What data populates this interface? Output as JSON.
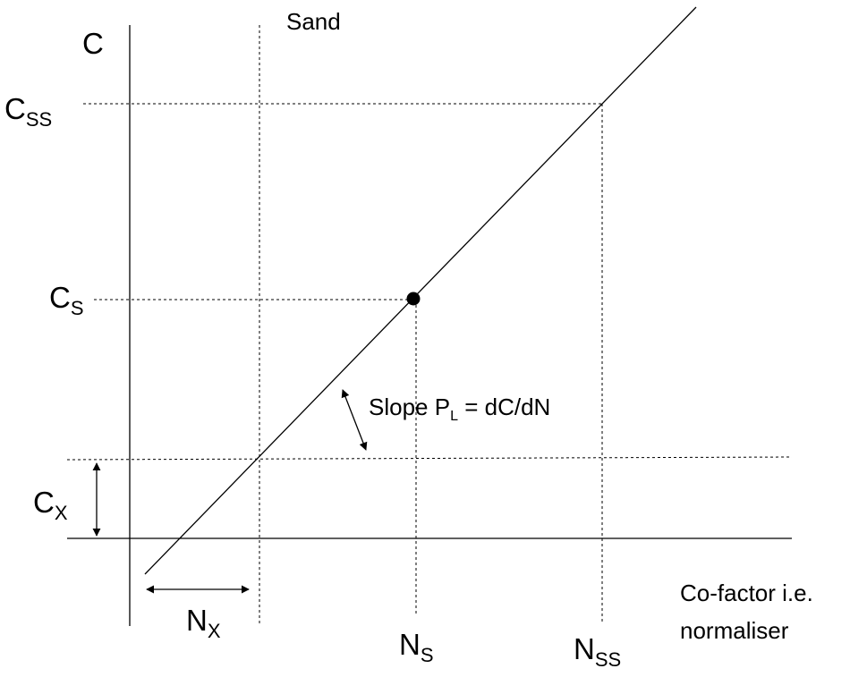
{
  "diagram": {
    "title": "Sand",
    "y_axis": {
      "label": "C"
    },
    "labels": {
      "c_ss": {
        "main": "C",
        "sub": "SS"
      },
      "c_s": {
        "main": "C",
        "sub": "S"
      },
      "c_x": {
        "main": "C",
        "sub": "X"
      },
      "n_x": {
        "main": "N",
        "sub": "X"
      },
      "n_s": {
        "main": "N",
        "sub": "S"
      },
      "n_ss": {
        "main": "N",
        "sub": "SS"
      }
    },
    "slope_annotation": {
      "prefix": "Slope P",
      "sub": "L",
      "suffix": " = dC/dN"
    },
    "x_axis_caption": {
      "line1": "Co-factor i.e.",
      "line2": "normaliser"
    },
    "colors": {
      "ink": "#000000",
      "background": "#ffffff"
    }
  }
}
